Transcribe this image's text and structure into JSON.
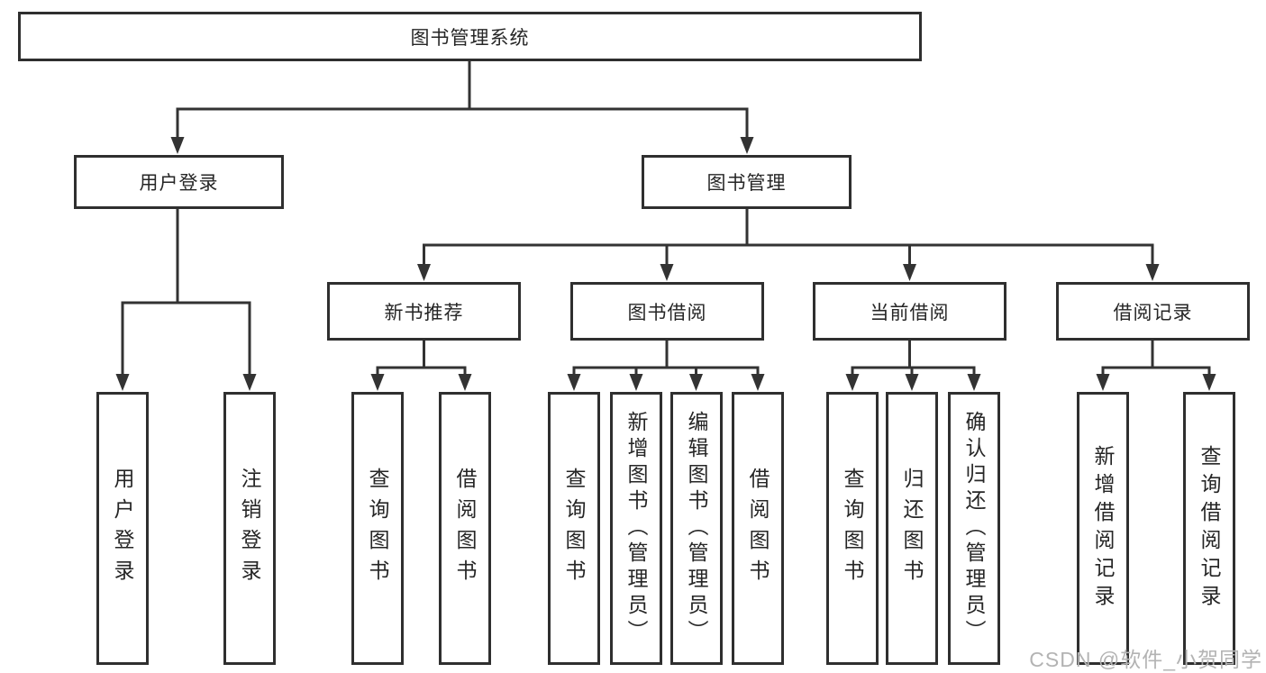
{
  "diagram_title": "图书管理系统",
  "tree": {
    "root": {
      "label": "图书管理系统"
    },
    "user_login": {
      "label": "用户登录",
      "children": {
        "login": "用户登录",
        "logout": "注销登录"
      }
    },
    "book_management": {
      "label": "图书管理",
      "sections": {
        "new_book_recommend": {
          "label": "新书推荐",
          "children": {
            "query_books": "查询图书",
            "borrow_books": "借阅图书"
          }
        },
        "book_borrowing": {
          "label": "图书借阅",
          "children": {
            "query_books": "查询图书",
            "add_books": "新增图书（管理员）",
            "edit_books": "编辑图书（管理员）",
            "borrow_books": "借阅图书"
          }
        },
        "current_borrowing": {
          "label": "当前借阅",
          "children": {
            "query_books": "查询图书",
            "return_books": "归还图书",
            "confirm_return": "确认归还（管理员）"
          }
        },
        "borrow_records": {
          "label": "借阅记录",
          "children": {
            "add_record": "新增借阅记录",
            "query_record": "查询借阅记录"
          }
        }
      }
    }
  },
  "watermark": "CSDN @软件_小贺同学",
  "colors": {
    "line": "#333333",
    "box_border": "#2f2f2f",
    "text": "#262626",
    "watermark": "#b3b3b3",
    "background": "#ffffff"
  }
}
